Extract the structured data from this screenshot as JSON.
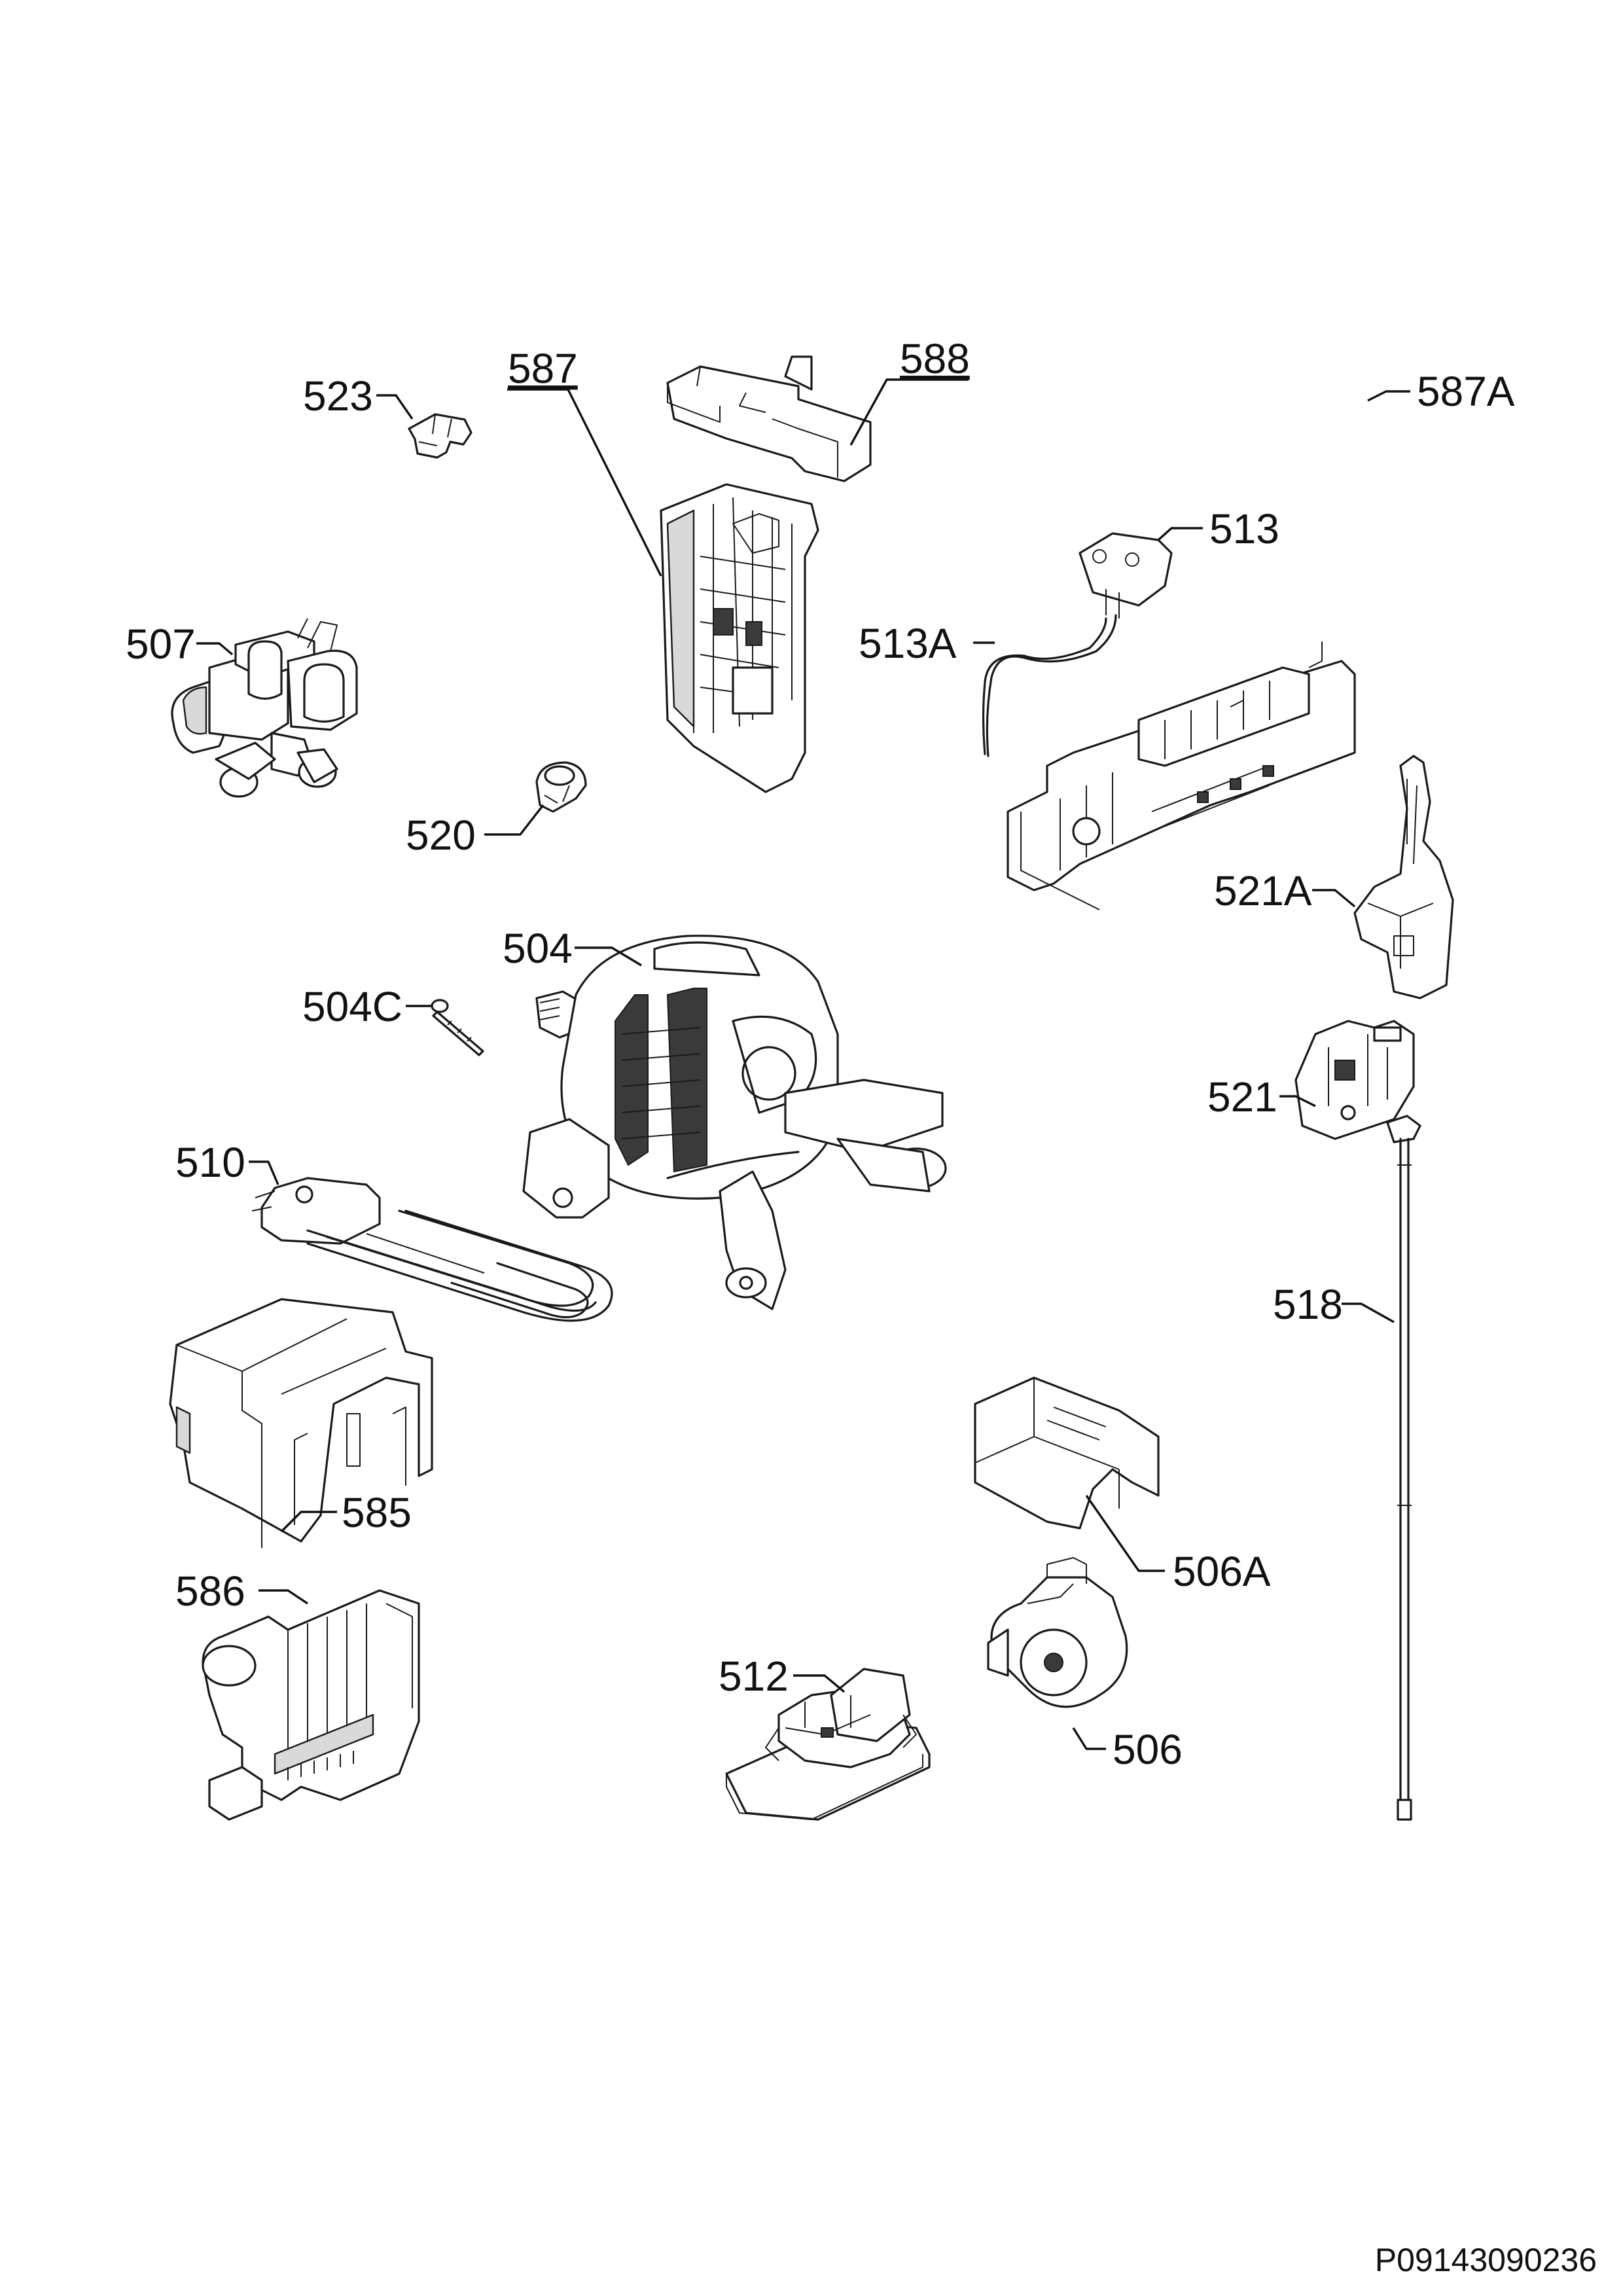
{
  "diagram": {
    "document_id": "P09143090236",
    "parts": [
      {
        "key": "p523",
        "label": "523"
      },
      {
        "key": "p587",
        "label": "587"
      },
      {
        "key": "p588",
        "label": "588"
      },
      {
        "key": "p513",
        "label": "513"
      },
      {
        "key": "p513A",
        "label": "513A"
      },
      {
        "key": "p587A",
        "label": "587A"
      },
      {
        "key": "p507",
        "label": "507"
      },
      {
        "key": "p520",
        "label": "520"
      },
      {
        "key": "p521A",
        "label": "521A"
      },
      {
        "key": "p504",
        "label": "504"
      },
      {
        "key": "p504C",
        "label": "504C"
      },
      {
        "key": "p521",
        "label": "521"
      },
      {
        "key": "p510",
        "label": "510"
      },
      {
        "key": "p518",
        "label": "518"
      },
      {
        "key": "p585",
        "label": "585"
      },
      {
        "key": "p506A",
        "label": "506A"
      },
      {
        "key": "p586",
        "label": "586"
      },
      {
        "key": "p512",
        "label": "512"
      },
      {
        "key": "p506",
        "label": "506"
      }
    ]
  }
}
